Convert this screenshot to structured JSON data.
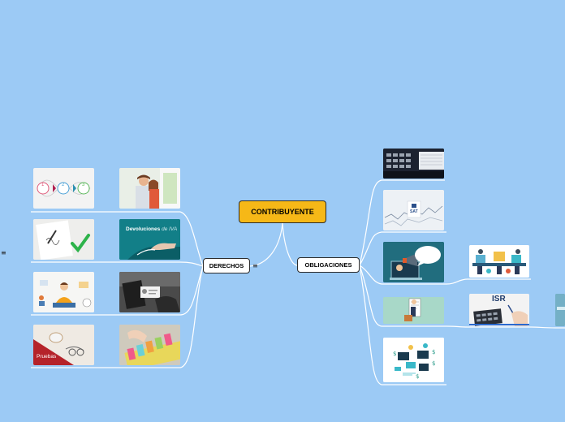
{
  "root": {
    "label": "CONTRIBUYENTE"
  },
  "branches": {
    "derechos": {
      "label": "DERECHOS"
    },
    "obligaciones": {
      "label": "OBLIGACIONES"
    }
  },
  "images": {
    "steps": [
      "1",
      "2",
      "3"
    ],
    "devoluciones_title": "Devoluciones",
    "devoluciones_accent": "de IVA",
    "pruebas": "Pruebas",
    "sat": "SAT",
    "isr": "ISR"
  },
  "collapse_glyph": "≡",
  "colors": {
    "background": "#9ccaf5",
    "root_fill": "#f6b817",
    "branch_fill": "#ffffff",
    "connector": "#ffffff"
  }
}
